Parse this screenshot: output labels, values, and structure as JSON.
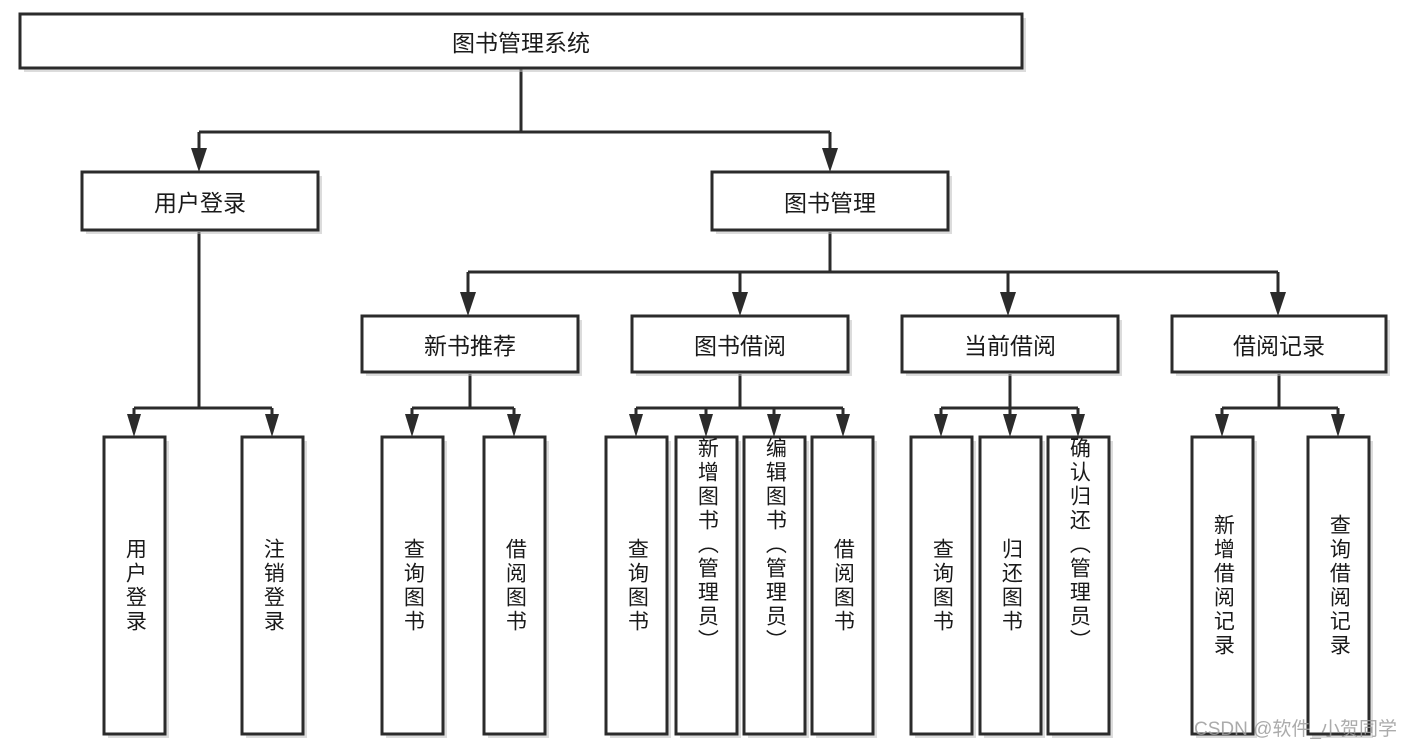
{
  "diagram": {
    "title_node": "图书管理系统",
    "watermark": "CSDN @软件_小贺同学",
    "nodes": {
      "root": "图书管理系统",
      "level2": [
        "用户登录",
        "图书管理"
      ],
      "level3": [
        "新书推荐",
        "图书借阅",
        "当前借阅",
        "借阅记录"
      ],
      "leaves_user_login": [
        "用户登录",
        "注销登录"
      ],
      "leaves_new_book": [
        "查询图书",
        "借阅图书"
      ],
      "leaves_borrow": [
        "查询图书",
        "新增图书（管理员）",
        "编辑图书（管理员）",
        "借阅图书"
      ],
      "leaves_current": [
        "查询图书",
        "归还图书",
        "确认归还（管理员）"
      ],
      "leaves_record": [
        "新增借阅记录",
        "查询借阅记录"
      ]
    },
    "colors": {
      "box_stroke": "#2b2b2b",
      "box_fill": "#ffffff",
      "text": "#1a1a1a",
      "watermark": "#9d9d9d",
      "background": "#ffffff"
    }
  },
  "chart_data": {
    "type": "diagram",
    "title": "图书管理系统",
    "structure": "tree",
    "levels": 4,
    "tree": {
      "label": "图书管理系统",
      "children": [
        {
          "label": "用户登录",
          "children": [
            {
              "label": "用户登录",
              "children": []
            },
            {
              "label": "注销登录",
              "children": []
            }
          ]
        },
        {
          "label": "图书管理",
          "children": [
            {
              "label": "新书推荐",
              "children": [
                {
                  "label": "查询图书",
                  "children": []
                },
                {
                  "label": "借阅图书",
                  "children": []
                }
              ]
            },
            {
              "label": "图书借阅",
              "children": [
                {
                  "label": "查询图书",
                  "children": []
                },
                {
                  "label": "新增图书（管理员）",
                  "children": []
                },
                {
                  "label": "编辑图书（管理员）",
                  "children": []
                },
                {
                  "label": "借阅图书",
                  "children": []
                }
              ]
            },
            {
              "label": "当前借阅",
              "children": [
                {
                  "label": "查询图书",
                  "children": []
                },
                {
                  "label": "归还图书",
                  "children": []
                },
                {
                  "label": "确认归还（管理员）",
                  "children": []
                }
              ]
            },
            {
              "label": "借阅记录",
              "children": [
                {
                  "label": "新增借阅记录",
                  "children": []
                },
                {
                  "label": "查询借阅记录",
                  "children": []
                }
              ]
            }
          ]
        }
      ]
    }
  }
}
